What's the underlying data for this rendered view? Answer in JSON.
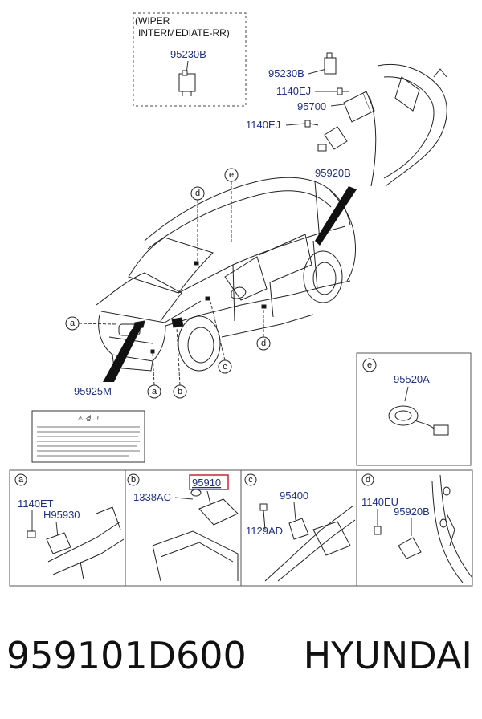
{
  "header_box": {
    "title_line1": "(WIPER",
    "title_line2": "INTERMEDIATE-RR)",
    "part": "95230B"
  },
  "parts": {
    "p95230B": "95230B",
    "p1140EJ_a": "1140EJ",
    "p95700": "95700",
    "p1140EJ_b": "1140EJ",
    "p95920B_top": "95920B",
    "p95925M": "95925M",
    "p95520A": "95520A"
  },
  "callouts": {
    "a": "a",
    "b": "b",
    "c": "c",
    "d": "d",
    "e": "e"
  },
  "warning_label": {
    "title": "⚠ 경  고"
  },
  "panels": [
    {
      "letter": "a",
      "parts": [
        "1140ET",
        "H95930"
      ]
    },
    {
      "letter": "b",
      "parts": [
        "95910",
        "1338AC"
      ]
    },
    {
      "letter": "c",
      "parts": [
        "95400",
        "1129AD"
      ]
    },
    {
      "letter": "d",
      "parts": [
        "1140EU",
        "95920B"
      ]
    }
  ],
  "footer": {
    "part_number": "959101D600",
    "brand": "HYUNDAI"
  },
  "colors": {
    "part_text": "#1d2f8f",
    "highlight": "#d0242b"
  }
}
